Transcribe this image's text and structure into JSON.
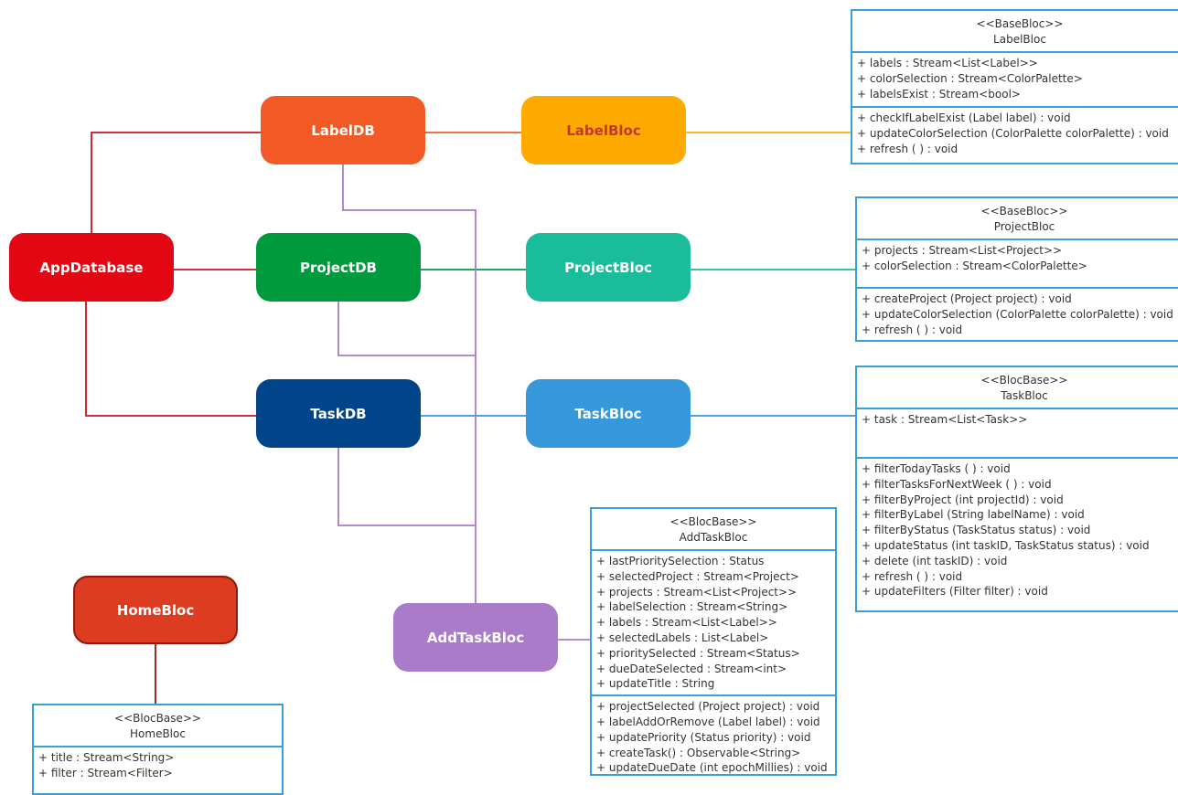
{
  "nodes": {
    "app_database": {
      "label": "AppDatabase",
      "color": "#e30613"
    },
    "label_db": {
      "label": "LabelDB",
      "color": "#f15a24"
    },
    "project_db": {
      "label": "ProjectDB",
      "color": "#009a3e"
    },
    "task_db": {
      "label": "TaskDB",
      "color": "#00458a"
    },
    "label_bloc": {
      "label": "LabelBloc",
      "color": "#ffaa00",
      "text_color": "#c0392b"
    },
    "project_bloc": {
      "label": "ProjectBloc",
      "color": "#1abc9c"
    },
    "task_bloc": {
      "label": "TaskBloc",
      "color": "#3498db"
    },
    "home_bloc": {
      "label": "HomeBloc",
      "color": "#dc3c1f"
    },
    "add_task_bloc": {
      "label": "AddTaskBloc",
      "color": "#a97bc9"
    }
  },
  "classes": {
    "label_bloc": {
      "stereotype": "<<BaseBloc>>",
      "name": "LabelBloc",
      "attributes": [
        "+ labels : Stream<List<Label>>",
        "+ colorSelection : Stream<ColorPalette>",
        "+ labelsExist : Stream<bool>"
      ],
      "methods": [
        "+ checkIfLabelExist (Label label) : void",
        "+ updateColorSelection (ColorPalette colorPalette) : void",
        "+ refresh ( ) : void"
      ]
    },
    "project_bloc": {
      "stereotype": "<<BaseBloc>>",
      "name": "ProjectBloc",
      "attributes": [
        "+ projects : Stream<List<Project>>",
        "+ colorSelection : Stream<ColorPalette>"
      ],
      "methods": [
        "+ createProject (Project project) : void",
        "+ updateColorSelection (ColorPalette colorPalette) : void",
        "+ refresh ( ) : void"
      ]
    },
    "task_bloc": {
      "stereotype": "<<BlocBase>>",
      "name": "TaskBloc",
      "attributes": [
        "+ task : Stream<List<Task>>"
      ],
      "methods": [
        "+ filterTodayTasks ( ) : void",
        "+ filterTasksForNextWeek ( ) : void",
        "+ filterByProject (int projectId) : void",
        "+ filterByLabel (String labelName) : void",
        "+ filterByStatus (TaskStatus status) : void",
        "+ updateStatus (int taskID, TaskStatus status) : void",
        "+ delete (int taskID) : void",
        "+ refresh ( ) : void",
        "+ updateFilters (Filter filter)  : void"
      ]
    },
    "add_task_bloc": {
      "stereotype": "<<BlocBase>>",
      "name": "AddTaskBloc",
      "attributes": [
        "+ lastPrioritySelection : Status",
        "+ selectedProject : Stream<Project>",
        "+ projects : Stream<List<Project>>",
        "+ labelSelection : Stream<String>",
        "+ labels : Stream<List<Label>>",
        "+ selectedLabels : List<Label>",
        "+ prioritySelected : Stream<Status>",
        "+ dueDateSelected : Stream<int>",
        "+ updateTitle : String"
      ],
      "methods": [
        "+ projectSelected (Project project) : void",
        "+ labelAddOrRemove (Label label) : void",
        "+ updatePriority (Status priority) : void",
        "+ createTask() : Observable<String>",
        "+ updateDueDate (int epochMillies) : void"
      ]
    },
    "home_bloc": {
      "stereotype": "<<BlocBase>>",
      "name": "HomeBloc",
      "attributes": [
        "+ title : Stream<String>",
        "+ filter : Stream<Filter>"
      ],
      "methods": []
    }
  },
  "connector_colors": {
    "app": "#cc1122",
    "label": "#e8612c",
    "project": "#009a3e",
    "project_bloc": "#1abc9c",
    "task": "#3498db",
    "label_bloc": "#ffaa00",
    "add_task": "#a97bc9",
    "home": "#8b1a10"
  }
}
